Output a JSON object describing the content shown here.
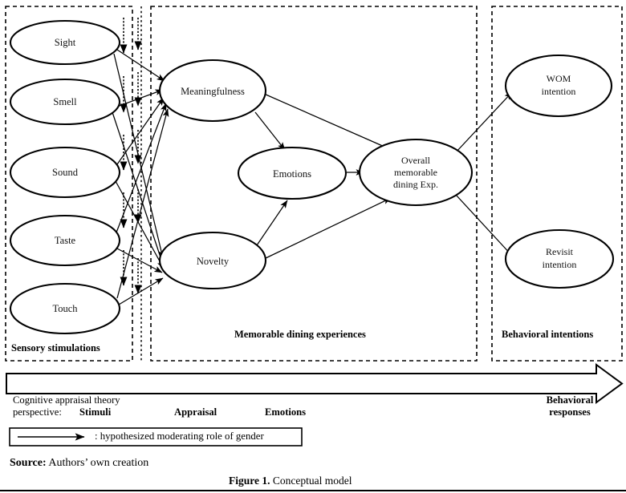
{
  "figure": {
    "caption_bold": "Figure 1.",
    "caption_rest": " Conceptual model",
    "source_bold": "Source:",
    "source_rest": " Authors’ own creation"
  },
  "panels": [
    {
      "id": "sensory",
      "label": "Sensory stimulations"
    },
    {
      "id": "memorable",
      "label": "Memorable dining experiences"
    },
    {
      "id": "behavior",
      "label": "Behavioral intentions"
    }
  ],
  "nodes": {
    "sensory": [
      {
        "id": "sight",
        "label": "Sight"
      },
      {
        "id": "smell",
        "label": "Smell"
      },
      {
        "id": "sound",
        "label": "Sound"
      },
      {
        "id": "taste",
        "label": "Taste"
      },
      {
        "id": "touch",
        "label": "Touch"
      }
    ],
    "memorable": [
      {
        "id": "meaningfulness",
        "label": "Meaningfulness"
      },
      {
        "id": "emotions",
        "label": "Emotions"
      },
      {
        "id": "novelty",
        "label": "Novelty"
      },
      {
        "id": "overall",
        "label_line1": "Overall",
        "label_line2": "memorable",
        "label_line3": "dining Exp."
      }
    ],
    "behavior": [
      {
        "id": "wom",
        "label_line1": "WOM",
        "label_line2": "intention"
      },
      {
        "id": "revisit",
        "label_line1": "Revisit",
        "label_line2": "intention"
      }
    ]
  },
  "process_arrow": {
    "prefix_line1": "Cognitive appraisal theory",
    "prefix_line2": "perspective: ",
    "stages": [
      {
        "id": "stimuli",
        "label": "Stimuli"
      },
      {
        "id": "appraisal",
        "label": "Appraisal"
      },
      {
        "id": "emotions",
        "label": "Emotions"
      },
      {
        "id": "behavioral",
        "label_line1": "Behavioral",
        "label_line2": "responses"
      }
    ]
  },
  "legend": {
    "text": ": hypothesized moderating role of gender"
  },
  "colors": {
    "stroke": "#000000",
    "fill": "#ffffff",
    "background": "#ffffff"
  }
}
